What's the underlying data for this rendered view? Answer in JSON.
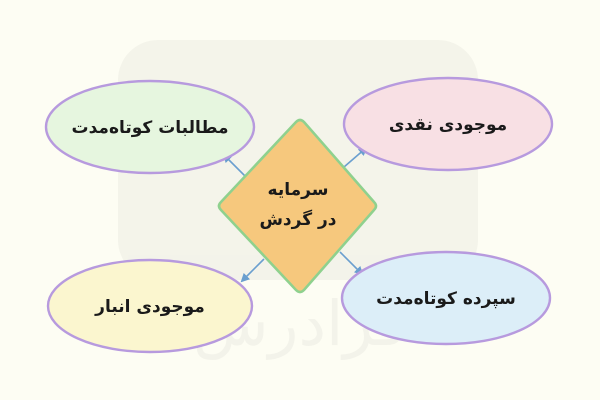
{
  "diagram": {
    "center": {
      "line1": "سرمایه",
      "line2": "در گردش"
    },
    "nodes": {
      "top_left": "مطالبات کوتاه‌مدت",
      "top_right": "موجودی نقدی",
      "bottom_left": "موجودی انبار",
      "bottom_right": "سپرده کوتاه‌مدت"
    },
    "watermark": "فرادرس"
  },
  "colors": {
    "background": "#fdfdf3",
    "center_fill": "#f6c87d",
    "center_stroke": "#8fd18e",
    "top_left_fill": "#e6f6df",
    "top_left_stroke": "#b79ade",
    "top_right_fill": "#f8e0e4",
    "top_right_stroke": "#b79ade",
    "bottom_left_fill": "#fbf6cf",
    "bottom_left_stroke": "#b79ade",
    "bottom_right_fill": "#dceef8",
    "bottom_right_stroke": "#b79ade",
    "arrow": "#6a9fcf"
  }
}
